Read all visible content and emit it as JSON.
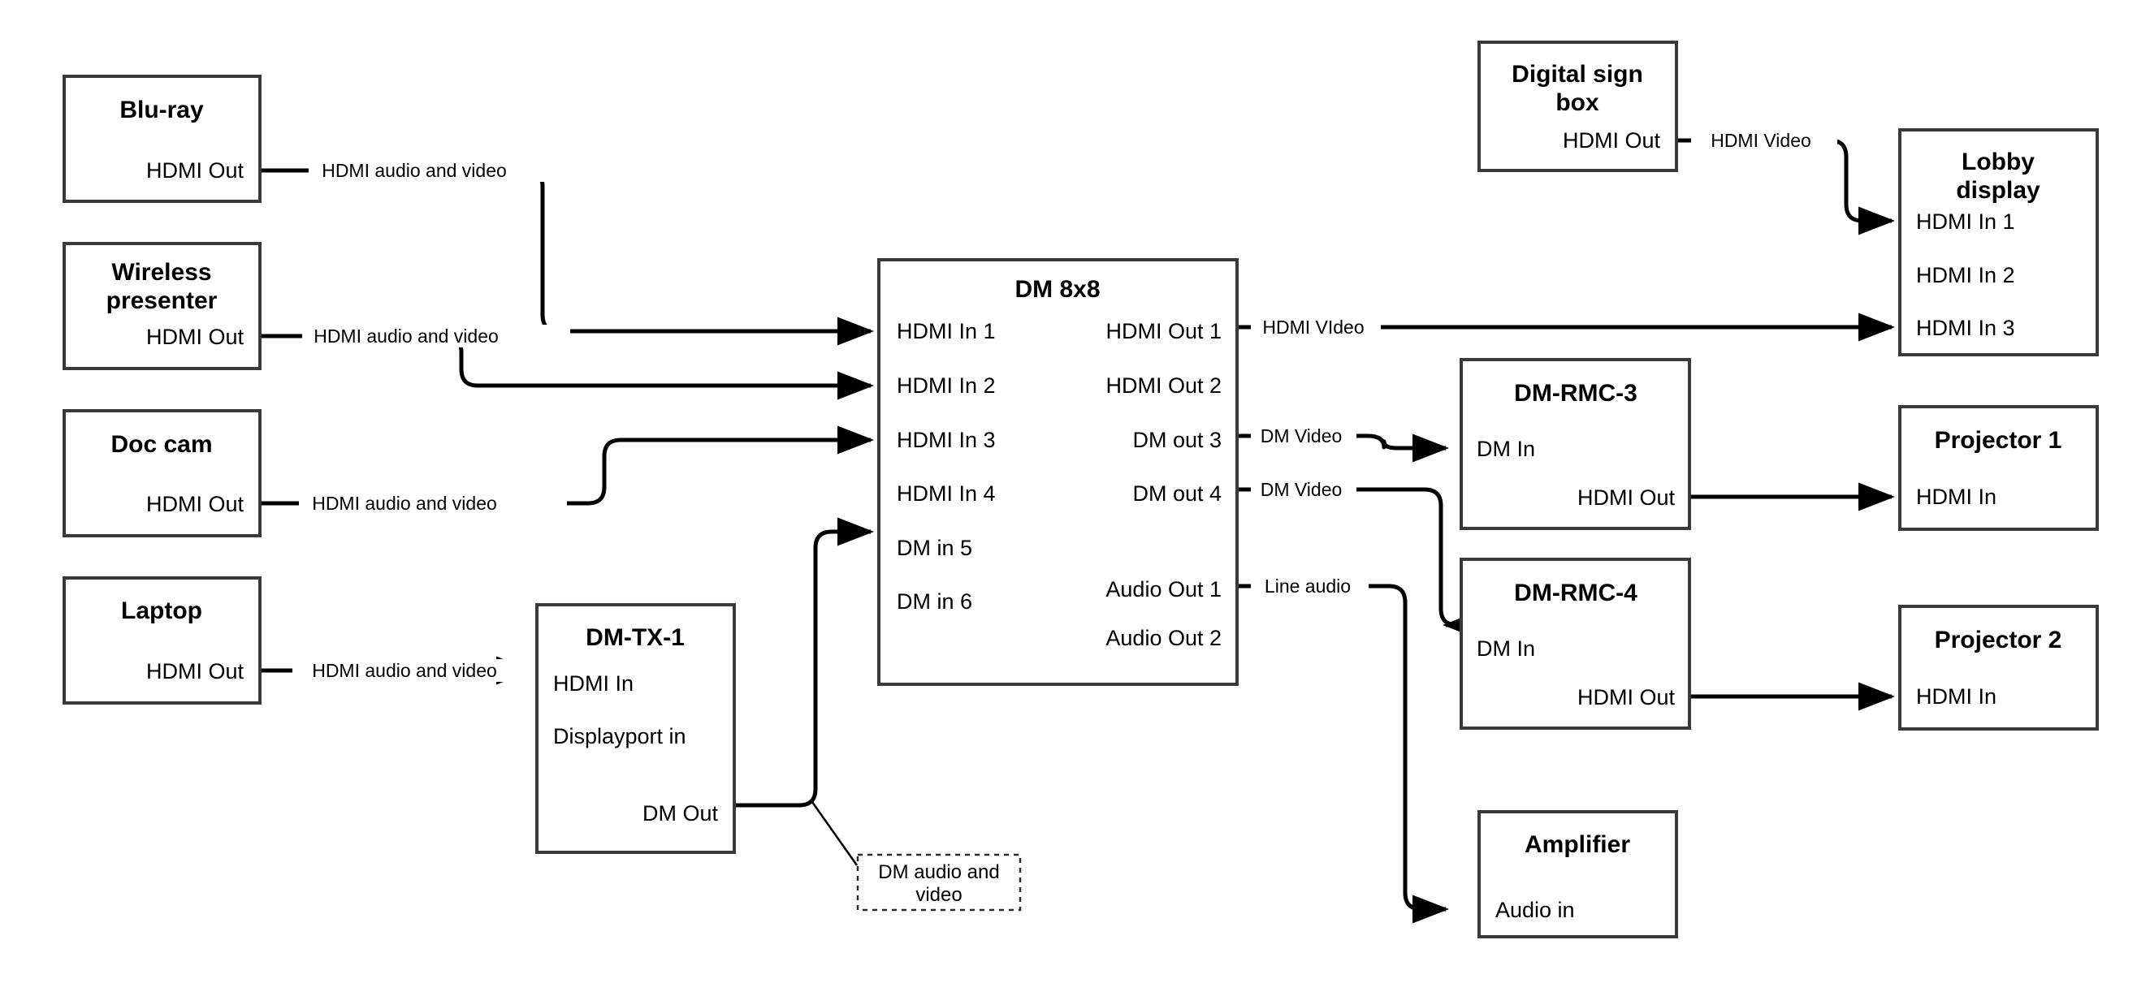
{
  "diagram": {
    "title": "AV system signal flow diagram",
    "background_color": "#ffffff",
    "line_color": "#000000",
    "box_border_color": "#3a3a3a"
  },
  "nodes": {
    "bluray": {
      "title": "Blu-ray",
      "ports": {
        "out1": "HDMI Out"
      }
    },
    "wireless_presenter": {
      "title_line1": "Wireless",
      "title_line2": "presenter",
      "ports": {
        "out1": "HDMI Out"
      }
    },
    "doc_cam": {
      "title": "Doc cam",
      "ports": {
        "out1": "HDMI Out"
      }
    },
    "laptop": {
      "title": "Laptop",
      "ports": {
        "out1": "HDMI Out"
      }
    },
    "dm_tx_1": {
      "title": "DM-TX-1",
      "ports": {
        "in1": "HDMI In",
        "in2": "Displayport in",
        "out1": "DM Out"
      }
    },
    "dm_8x8": {
      "title": "DM 8x8",
      "inputs": [
        "HDMI In 1",
        "HDMI In 2",
        "HDMI In 3",
        "HDMI In 4",
        "DM in 5",
        "DM in 6"
      ],
      "outputs": [
        "HDMI Out 1",
        "HDMI Out 2",
        "DM out 3",
        "DM out 4",
        "Audio Out 1",
        "Audio Out 2"
      ]
    },
    "digital_sign_box": {
      "title_line1": "Digital sign",
      "title_line2": "box",
      "ports": {
        "out1": "HDMI Out"
      }
    },
    "lobby_display": {
      "title_line1": "Lobby",
      "title_line2": "display",
      "ports": {
        "in1": "HDMI In 1",
        "in2": "HDMI In 2",
        "in3": "HDMI In 3"
      }
    },
    "dm_rmc_3": {
      "title": "DM-RMC-3",
      "ports": {
        "in1": "DM In",
        "out1": "HDMI Out"
      }
    },
    "dm_rmc_4": {
      "title": "DM-RMC-4",
      "ports": {
        "in1": "DM In",
        "out1": "HDMI Out"
      }
    },
    "projector_1": {
      "title": "Projector 1",
      "ports": {
        "in1": "HDMI In"
      }
    },
    "projector_2": {
      "title": "Projector 2",
      "ports": {
        "in1": "HDMI In"
      }
    },
    "amplifier": {
      "title": "Amplifier",
      "ports": {
        "in1": "Audio in"
      }
    }
  },
  "edge_labels": {
    "bluray_to_dm": "HDMI audio and video",
    "wireless_to_dm": "HDMI audio and video",
    "doccam_to_dm": "HDMI audio and video",
    "laptop_to_tx": "HDMI audio and video",
    "sign_to_lobby": "HDMI Video",
    "dm_hdmiout1_to_lobby": "HDMI VIdeo",
    "dm_out3_to_rmc3": "DM Video",
    "dm_out4_to_rmc4": "DM Video",
    "dm_audio1_to_amp": "Line audio"
  },
  "callouts": {
    "dm_tx_link": "DM audio and video"
  }
}
